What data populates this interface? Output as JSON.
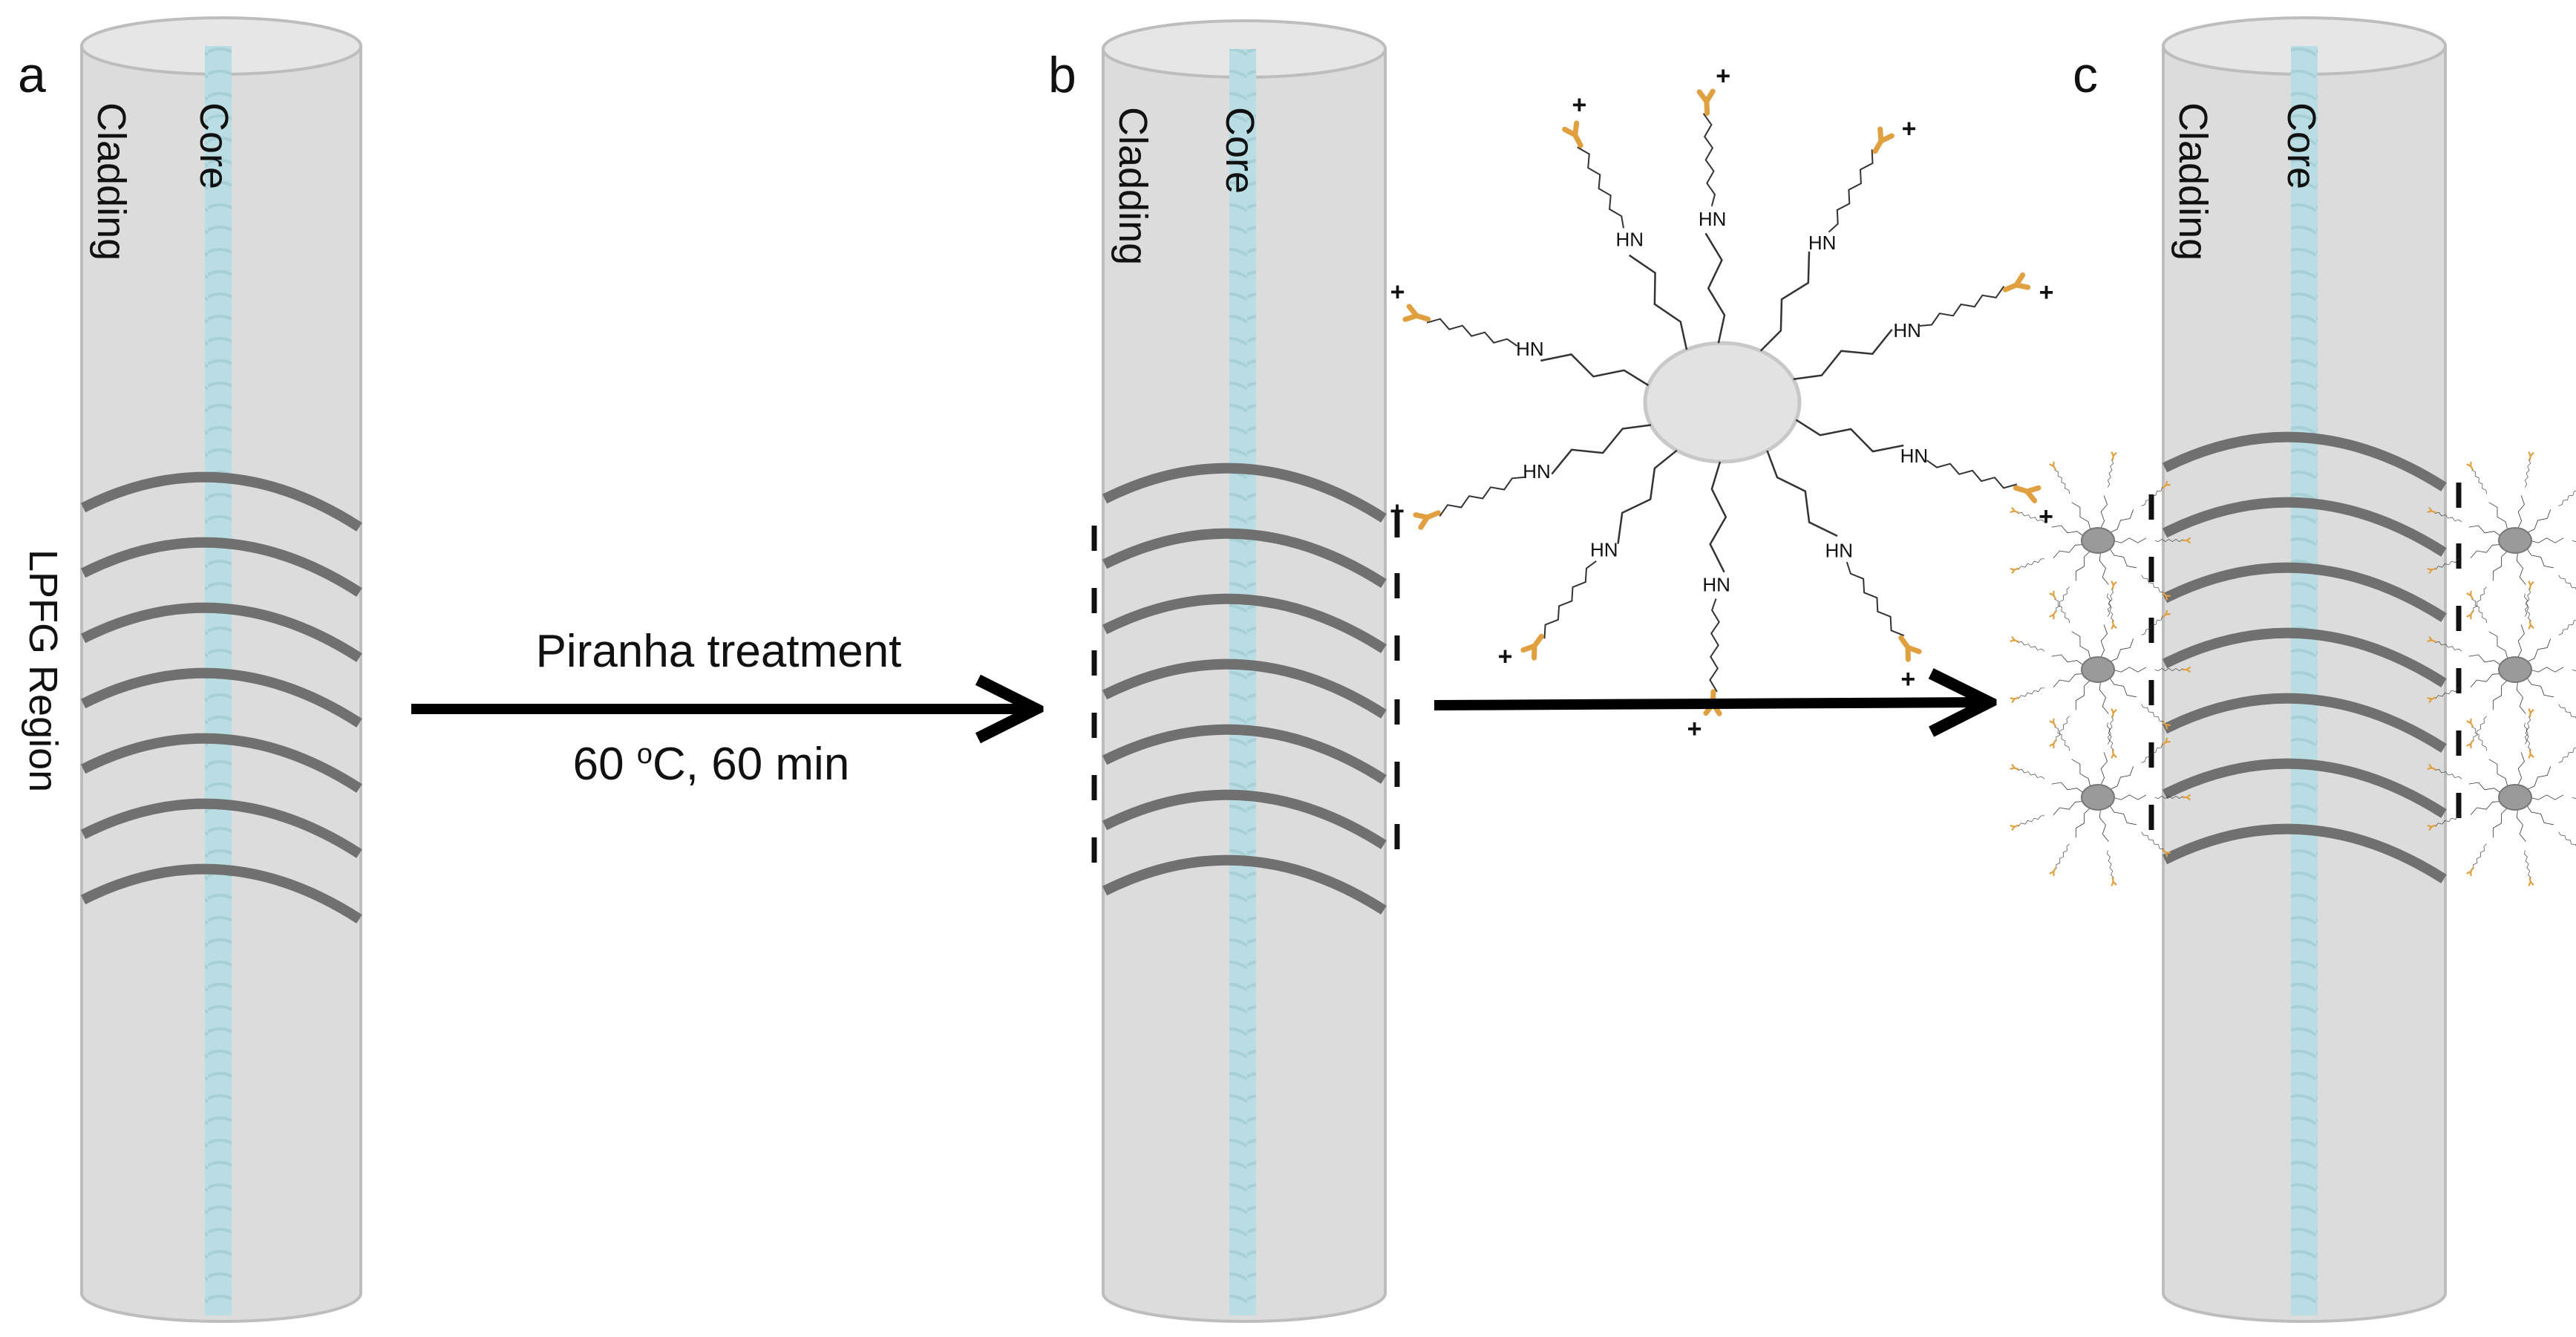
{
  "panels": [
    {
      "letter": "a",
      "cladding_label": "Cladding",
      "core_label": "Core",
      "region_label": "LPFG Region"
    },
    {
      "letter": "b",
      "cladding_label": "Cladding",
      "core_label": "Core"
    },
    {
      "letter": "c",
      "cladding_label": "Cladding",
      "core_label": "Core"
    }
  ],
  "step1": {
    "label": "Piranha treatment",
    "temp_value": "60 ",
    "temp_superscript": "o",
    "temp_rest": "C, 60 min"
  },
  "step2": {
    "label": ""
  },
  "nanoparticle": {
    "amine_label": "HN",
    "charge_symbol": "+",
    "surface_charge_symbol": "-"
  },
  "colors": {
    "cladding": "#dcdcdc",
    "cladding_edge": "#bdbdbd",
    "core": "#b9dde3",
    "grating": "#707070",
    "antibody": "#e0a040",
    "arrow": "#000000"
  }
}
